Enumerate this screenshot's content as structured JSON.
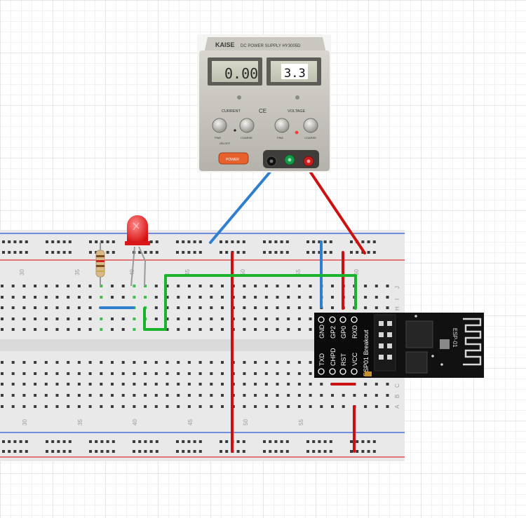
{
  "power_supply": {
    "brand": "KAISE",
    "model": "DC POWER SUPPLY HY3005D",
    "current_display": "0.00",
    "voltage_display": "3.3",
    "current_label": "CURRENT",
    "voltage_label": "VOLTAGE",
    "ce_mark": "CE",
    "knob_labels": [
      "FINE",
      "COARSE",
      "FINE",
      "COARSE"
    ],
    "switch_label": "ON OFF",
    "power_button_label": "POWER"
  },
  "breadboard": {
    "column_numbers": [
      "30",
      "35",
      "40",
      "45",
      "50",
      "55",
      "60"
    ],
    "row_letters": [
      "J",
      "I",
      "H",
      "C",
      "B",
      "A"
    ]
  },
  "esp_module": {
    "pin_labels_top": [
      "GND",
      "GP2",
      "GP0",
      "RXD"
    ],
    "pin_labels_bottom": [
      "TXD",
      "CHPD",
      "RST",
      "VCC"
    ],
    "board_text": "ESP01 Breakout",
    "module_label": "ESP-01"
  },
  "colors": {
    "wire_blue": "#2f7fd0",
    "wire_red": "#cc1111",
    "wire_green": "#19b42c",
    "rail_red_line": "#e05050",
    "rail_blue_line": "#4a6fd6",
    "board_bg": "#e9e9e9",
    "led_red": "#ee2222"
  }
}
